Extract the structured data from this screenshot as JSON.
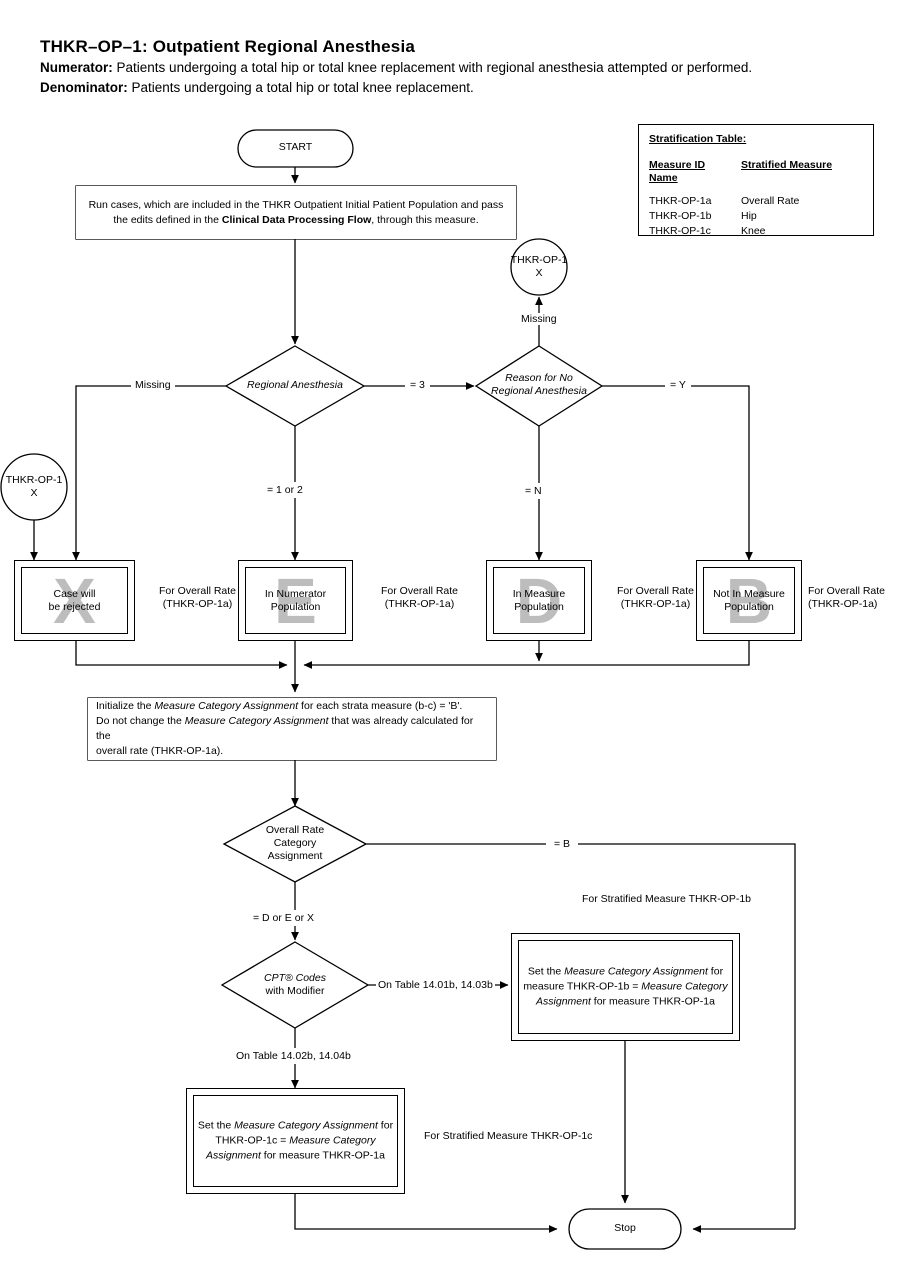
{
  "header": {
    "title": "THKR–OP–1:  Outpatient Regional Anesthesia",
    "numerator_label": "Numerator:",
    "numerator_text": "Patients undergoing a total hip or total knee replacement with regional anesthesia attempted or performed.",
    "denominator_label": "Denominator:",
    "denominator_text": "Patients undergoing a total hip or total knee replacement."
  },
  "stratification_table": {
    "title": "Stratification Table:",
    "columns": [
      "Measure ID",
      "Stratified Measure Name"
    ],
    "rows": [
      {
        "id": "THKR-OP-1a",
        "name": "Overall Rate"
      },
      {
        "id": "THKR-OP-1b",
        "name": "Hip"
      },
      {
        "id": "THKR-OP-1c",
        "name": "Knee"
      }
    ]
  },
  "nodes": {
    "start": "START",
    "run_cases_line1": "Run cases, which are included in the THKR Outpatient Initial Patient Population and pass",
    "run_cases_line2a": "the edits defined in the ",
    "run_cases_bold": "Clinical Data Processing Flow",
    "run_cases_line2b": ", through this measure.",
    "connector_top_line1": "THKR-OP-1",
    "connector_top_line2": "X",
    "connector_left_line1": "THKR-OP-1",
    "connector_left_line2": "X",
    "decision_regional": "Regional Anesthesia",
    "decision_reason_line1": "Reason for No",
    "decision_reason_line2": "Regional Anesthesia",
    "box_x_line1": "Case will",
    "box_x_line2": "be rejected",
    "box_x_watermark": "X",
    "box_e_line1": "In Numerator",
    "box_e_line2": "Population",
    "box_e_watermark": "E",
    "box_d_line1": "In Measure",
    "box_d_line2": "Population",
    "box_d_watermark": "D",
    "box_b_line1": "Not In Measure",
    "box_b_line2": "Population",
    "box_b_watermark": "B",
    "overall_rate_note_line1": "For Overall Rate",
    "overall_rate_note_line2": "(THKR-OP-1a)",
    "init_line1a": " Initialize the ",
    "init_line1i": "Measure Category  Assignment",
    "init_line1b": " for each strata measure (b-c) = 'B'.",
    "init_line2a": "Do not change the ",
    "init_line2i": "Measure Category Assignment",
    "init_line2b": " that was already calculated for the",
    "init_line3": "overall rate (THKR-OP-1a).",
    "decision_overall_line1": "Overall Rate",
    "decision_overall_line2": "Category",
    "decision_overall_line3": "Assignment",
    "decision_cpt_line1": "CPT® Codes",
    "decision_cpt_line2": "with Modifier",
    "set_1b_line1a": "Set the ",
    "set_1b_line1i": "Measure Category  Assignment",
    "set_1b_line1b": " for",
    "set_1b_line2a": "measure THKR-OP-1b = ",
    "set_1b_line2i": "Measure Category",
    "set_1b_line3i": "Assignment",
    "set_1b_line3b": " for measure  THKR-OP-1a",
    "set_1c_line1a": "Set the ",
    "set_1c_line1i": "Measure Category  Assignment",
    "set_1c_line1b": " for",
    "set_1c_line2a": "THKR-OP-1c = ",
    "set_1c_line2i": "Measure Category",
    "set_1c_line3i": "Assignment",
    "set_1c_line3b": " for measure THKR-OP-1a",
    "stop": "Stop",
    "note_strat_1b": "For Stratified Measure THKR-OP-1b",
    "note_strat_1c": "For Stratified Measure THKR-OP-1c"
  },
  "edge_labels": {
    "missing_left": "Missing",
    "missing_top": "Missing",
    "eq_3": "= 3",
    "eq_y": "= Y",
    "eq_n": "= N",
    "eq_1_or_2": "= 1 or 2",
    "eq_b": "= B",
    "eq_d_e_x": "= D or  E or X",
    "on_table_1401b": "On Table 14.01b, 14.03b",
    "on_table_1402b": "On Table 14.02b, 14.04b"
  },
  "colors": {
    "stroke": "#000000",
    "watermark": "#bdbdbd",
    "background": "#ffffff"
  }
}
